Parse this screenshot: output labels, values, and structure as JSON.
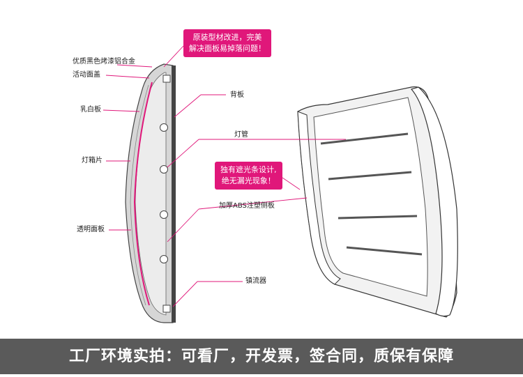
{
  "labels": {
    "aluminum": "优质黑色烤漆铝合金",
    "cover": "活动面盖",
    "milky": "乳白板",
    "lightbox": "灯箱片",
    "transparent": "透明面板",
    "back": "背板",
    "tube": "灯管",
    "abs": "加厚ABS注塑侧板",
    "ballast": "镇流器"
  },
  "callouts": {
    "top_line1": "原装型材改进，完美",
    "top_line2": "解决面板易掉落问题！",
    "mid_line1": "独有遮光条设计,",
    "mid_line2": "绝无漏光现象！"
  },
  "footer": "工厂环境实拍：可看厂，开发票，签合同，质保有保障",
  "colors": {
    "accent": "#e0177a",
    "footer_bg": "#5a5a5a"
  }
}
